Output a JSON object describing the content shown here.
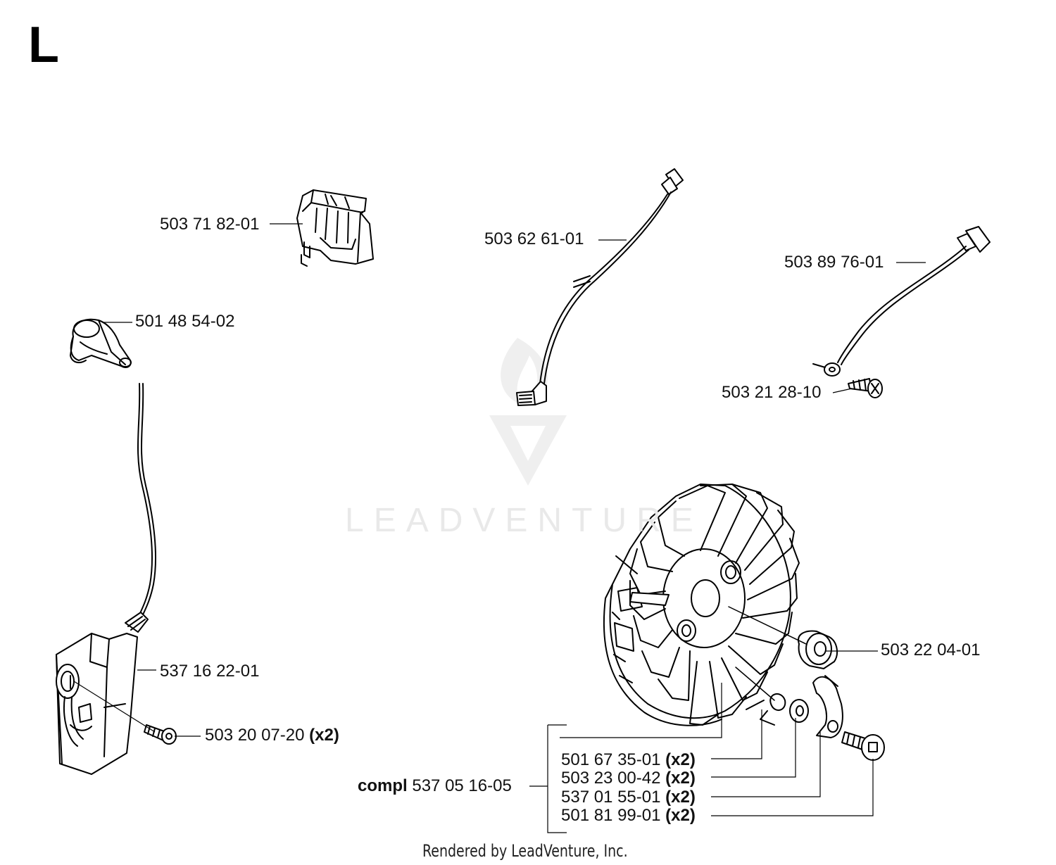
{
  "section_letter": "L",
  "watermark": "LEADVENTURE",
  "footer": "Rendered by LeadVenture, Inc.",
  "parts": {
    "switch": "503 71 82-01",
    "wire_short": "503 62 61-01",
    "wire_ground": "503 89 76-01",
    "screw_ground": "503 21 28-10",
    "spark_cap": "501 48 54-02",
    "ignition_module": "537 16 22-01",
    "module_screw": "503 20 07-20",
    "flywheel_nut": "503 22 04-01",
    "compl_label": "compl",
    "compl_part": "537 05 16-05",
    "spring": "501 67 35-01",
    "washer": "503 23 00-42",
    "pawl": "537 01 55-01",
    "pawl_screw": "501 81 99-01"
  },
  "qty": "(x2)"
}
